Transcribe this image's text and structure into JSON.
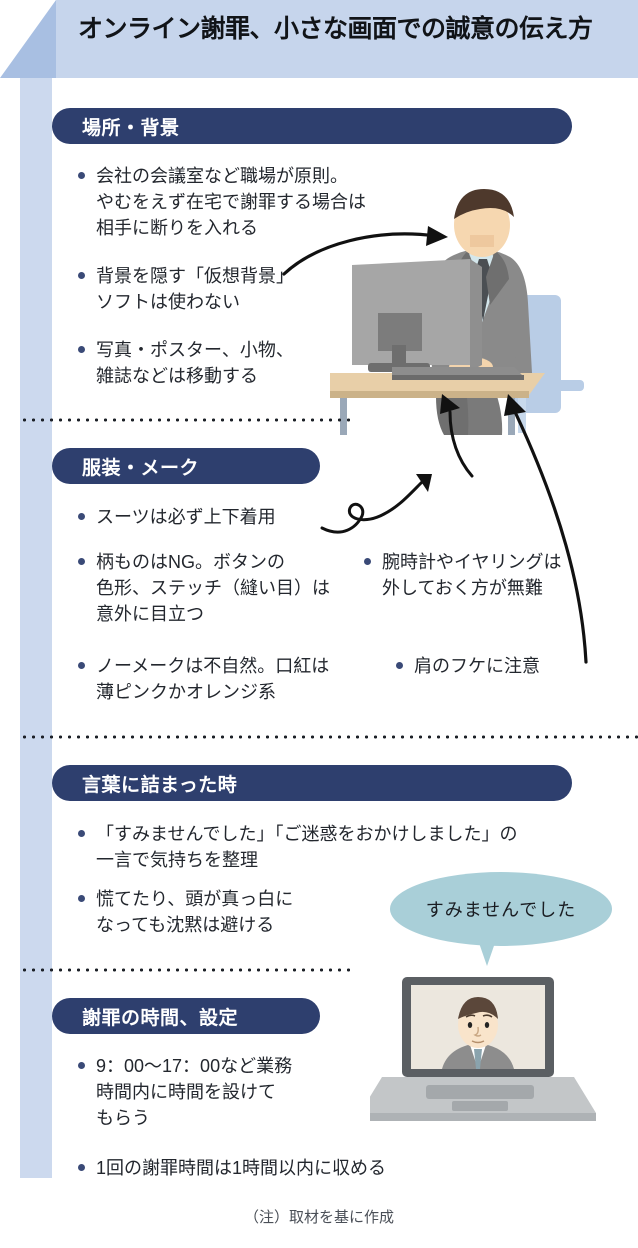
{
  "header": {
    "title": "オンライン謝罪、小さな画面での誠意の伝え方",
    "band_color": "#c6d5ec",
    "corner_color": "#a8bfe2"
  },
  "accent": {
    "pill_color": "#2e3f6e",
    "strip_color": "#ccd9ee",
    "bullet_dot_color": "#3a4a77",
    "bubble_color": "#a9cfd8"
  },
  "sections": [
    {
      "pill_label": "場所・背景",
      "bullets_left": [
        "会社の会議室など職場が原則。\nやむをえず在宅で謝罪する場合は\n相手に断りを入れる",
        "背景を隠す「仮想背景」\nソフトは使わない",
        "写真・ポスター、小物、\n雑誌などは移動する"
      ],
      "bullets_right": []
    },
    {
      "pill_label": "服装・メーク",
      "bullets_left": [
        "スーツは必ず上下着用",
        "柄ものはNG。ボタンの\n色形、ステッチ（縫い目）は\n意外に目立つ",
        "ノーメークは不自然。口紅は\n薄ピンクかオレンジ系"
      ],
      "bullets_right": [
        "腕時計やイヤリングは\n外しておく方が無難",
        "肩のフケに注意"
      ]
    },
    {
      "pill_label": "言葉に詰まった時",
      "bullets_left": [
        "「すみませんでした」「ご迷惑をおかけしました」の\n一言で気持ちを整理",
        "慌てたり、頭が真っ白に\nなっても沈黙は避ける"
      ],
      "bullets_right": []
    },
    {
      "pill_label": "謝罪の時間、設定",
      "bullets_left": [
        "9：00〜17：00など業務\n時間内に時間を設けて\nもらう",
        "1回の謝罪時間は1時間以内に収める"
      ],
      "bullets_right": []
    }
  ],
  "speech_bubble": {
    "text": "すみませんでした"
  },
  "footer": {
    "note": "（注）取材を基に作成"
  }
}
